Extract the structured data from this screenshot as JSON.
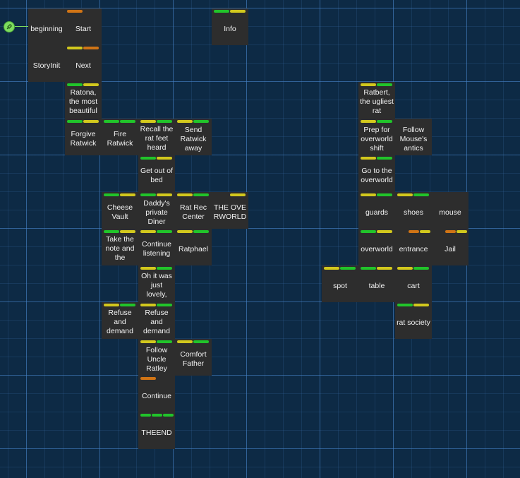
{
  "colors": {
    "background": "#0d2a45",
    "passage_bg": "#2d2d2d",
    "passage_text": "#f2f2f2",
    "tag_green": "#21c42a",
    "tag_yellow": "#d2c81d",
    "tag_orange": "#d07415",
    "start_marker": "#7ddc5e"
  },
  "start_marker": {
    "icon": "rocket-icon",
    "passage": "beginning"
  },
  "passages": [
    {
      "name": "beginning",
      "title": "beginning",
      "tags": []
    },
    {
      "name": "start",
      "title": "Start",
      "tags": [
        "orange"
      ]
    },
    {
      "name": "info",
      "title": "Info",
      "tags": [
        "green",
        "yellow"
      ]
    },
    {
      "name": "storyinit",
      "title": "StoryInit",
      "tags": []
    },
    {
      "name": "next",
      "title": "Next",
      "tags": [
        "yellow",
        "orange"
      ]
    },
    {
      "name": "ratona",
      "title": "Ratona, the most beautiful",
      "tags": [
        "green",
        "yellow"
      ],
      "long": true
    },
    {
      "name": "ratbert",
      "title": "Ratbert, the ugliest rat",
      "tags": [
        "yellow",
        "green"
      ],
      "long": true
    },
    {
      "name": "forgive-ratwick",
      "title": "Forgive Ratwick",
      "tags": [
        "green",
        "yellow"
      ]
    },
    {
      "name": "fire-ratwick",
      "title": "Fire Ratwick",
      "tags": [
        "green",
        "green"
      ]
    },
    {
      "name": "recall-rat-feet",
      "title": "Recall the rat feet heard",
      "tags": [
        "yellow",
        "green"
      ],
      "long": true
    },
    {
      "name": "send-ratwick-away",
      "title": "Send Ratwick away",
      "tags": [
        "yellow",
        "green"
      ]
    },
    {
      "name": "prep-overworld-shift",
      "title": "Prep for overworld shift",
      "tags": [
        "yellow",
        "green"
      ]
    },
    {
      "name": "follow-mouse-antics",
      "title": "Follow Mouse's antics",
      "tags": []
    },
    {
      "name": "get-out-of-bed",
      "title": "Get out of bed",
      "tags": [
        "green",
        "yellow"
      ]
    },
    {
      "name": "go-to-overworld",
      "title": "Go to the overworld",
      "tags": [
        "yellow",
        "green"
      ]
    },
    {
      "name": "cheese-vault",
      "title": "Cheese Vault",
      "tags": [
        "green",
        "yellow"
      ]
    },
    {
      "name": "daddys-private-diner",
      "title": "Daddy's private Diner",
      "tags": [
        "green",
        "yellow"
      ]
    },
    {
      "name": "rat-rec-center",
      "title": "Rat Rec Center",
      "tags": [
        "yellow",
        "green"
      ]
    },
    {
      "name": "the-overworld",
      "title": "THE OVERWORLD",
      "tags": [
        "none",
        "yellow"
      ]
    },
    {
      "name": "guards",
      "title": "guards",
      "tags": [
        "yellow",
        "green"
      ]
    },
    {
      "name": "shoes",
      "title": "shoes",
      "tags": [
        "yellow",
        "green"
      ]
    },
    {
      "name": "mouse",
      "title": "mouse",
      "tags": []
    },
    {
      "name": "take-the-note",
      "title": "Take the note and the",
      "tags": [
        "green",
        "yellow"
      ],
      "long": true
    },
    {
      "name": "continue-listening",
      "title": "Continue listening",
      "tags": [
        "yellow",
        "green"
      ]
    },
    {
      "name": "ratphael",
      "title": "Ratphael",
      "tags": [
        "yellow",
        "green"
      ]
    },
    {
      "name": "overworld",
      "title": "overworld",
      "tags": [
        "green",
        "yellow"
      ]
    },
    {
      "name": "entrance",
      "title": "entrance",
      "tags": [
        "none",
        "orange",
        "yellow"
      ]
    },
    {
      "name": "jail",
      "title": "Jail",
      "tags": [
        "none",
        "orange",
        "yellow"
      ]
    },
    {
      "name": "oh-it-was-just-lovely",
      "title": "Oh it was just lovely,",
      "tags": [
        "yellow",
        "green"
      ],
      "long": true
    },
    {
      "name": "spot",
      "title": "spot",
      "tags": [
        "yellow",
        "green"
      ]
    },
    {
      "name": "table",
      "title": "table",
      "tags": [
        "green",
        "yellow"
      ]
    },
    {
      "name": "cart",
      "title": "cart",
      "tags": [
        "yellow",
        "green"
      ]
    },
    {
      "name": "refuse-and-demand-1",
      "title": "Refuse and demand",
      "tags": [
        "yellow",
        "green"
      ],
      "long": true
    },
    {
      "name": "refuse-and-demand-2",
      "title": "Refuse and demand",
      "tags": [
        "yellow",
        "green"
      ],
      "long": true
    },
    {
      "name": "rat-society",
      "title": "rat society",
      "tags": [
        "green",
        "yellow"
      ]
    },
    {
      "name": "follow-uncle-ratley",
      "title": "Follow Uncle Ratley",
      "tags": [
        "yellow",
        "green"
      ]
    },
    {
      "name": "comfort-father",
      "title": "Comfort Father",
      "tags": [
        "yellow",
        "green"
      ]
    },
    {
      "name": "continue",
      "title": "Continue",
      "tags": [
        "orange"
      ]
    },
    {
      "name": "the-end",
      "title": "THEEND",
      "tags": [
        "green",
        "green",
        "green"
      ]
    }
  ]
}
